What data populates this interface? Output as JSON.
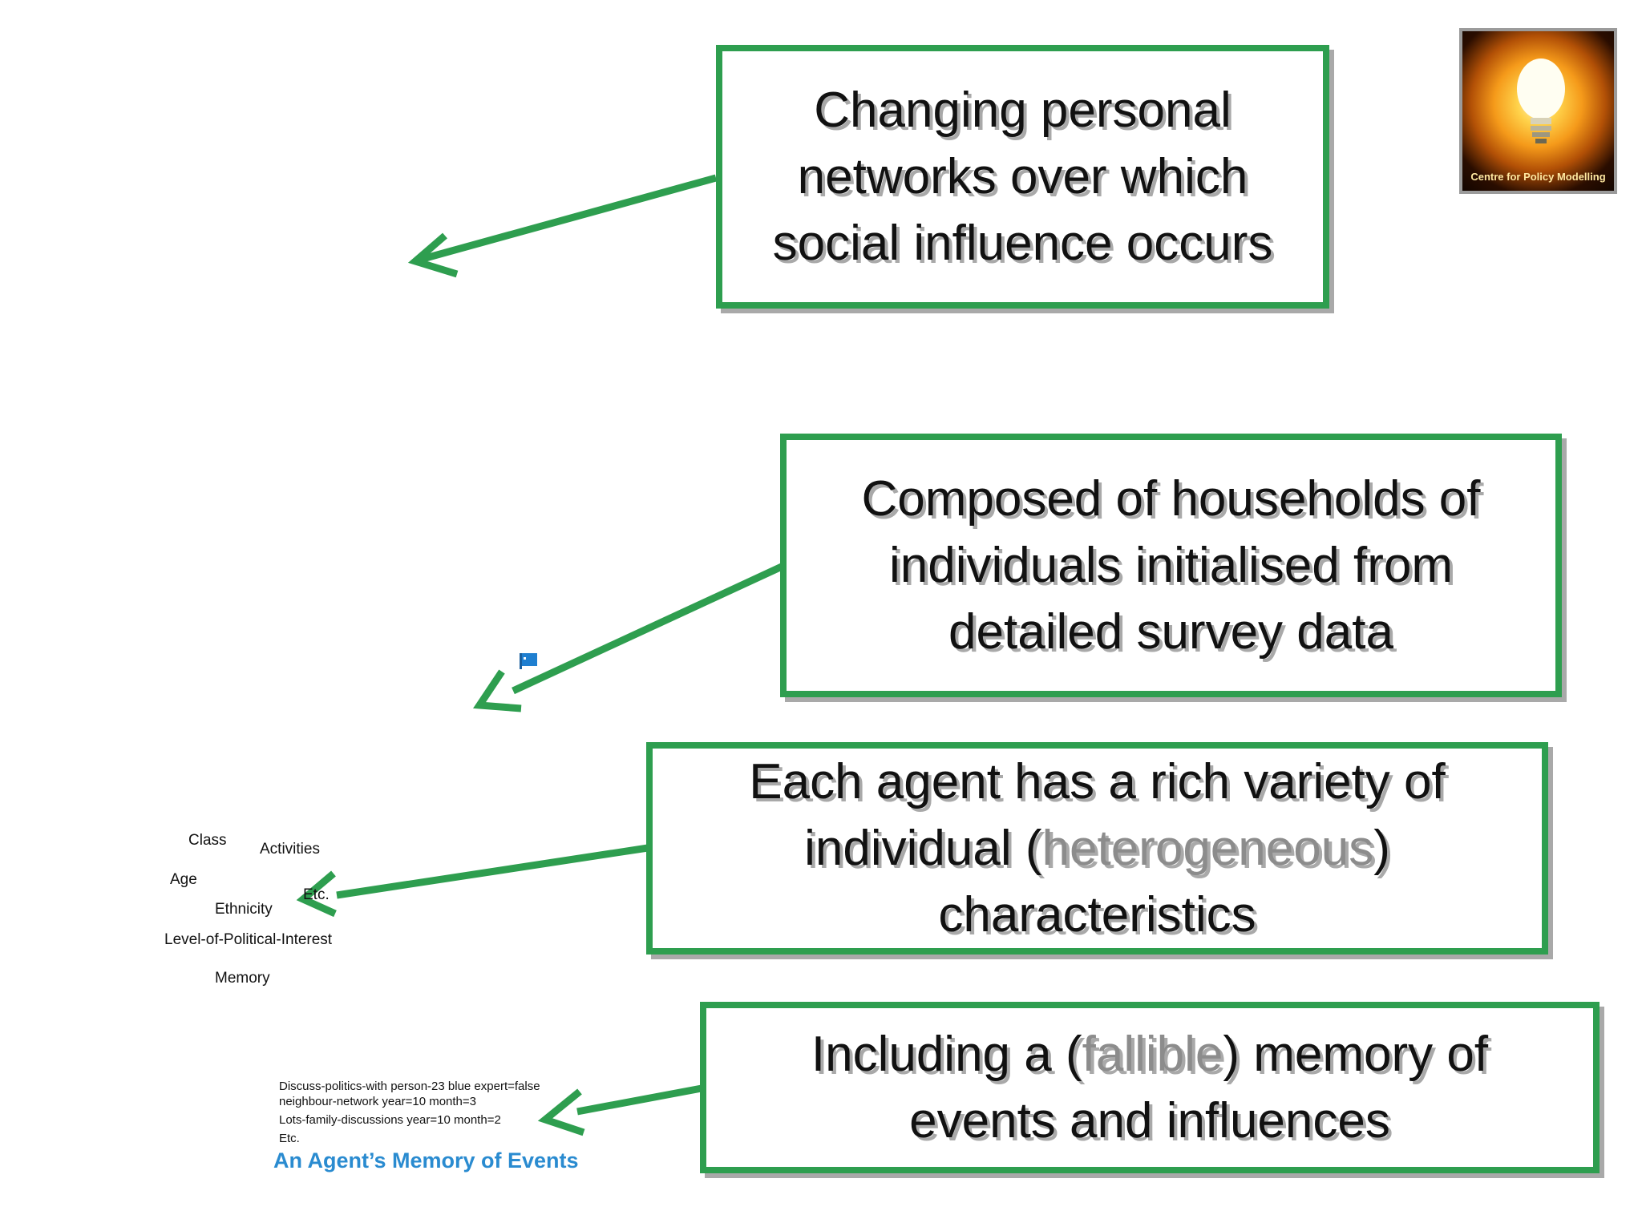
{
  "callouts": [
    {
      "lines": [
        "Changing personal",
        "networks over which",
        "social influence occurs"
      ]
    },
    {
      "lines": [
        "Composed of households of",
        "individuals initialised from",
        "detailed survey data"
      ]
    },
    {
      "lines": [
        "Each agent has a rich variety of"
      ],
      "line2_prefix": "individual (",
      "line2_em": "heterogeneous",
      "line2_suffix": ")",
      "line3": "characteristics"
    },
    {
      "line1_prefix": "Including a (",
      "line1_em": "fallible",
      "line1_suffix": ") memory of",
      "line2": "events and influences"
    }
  ],
  "agent_attributes": {
    "class": "Class",
    "activities": "Activities",
    "age": "Age",
    "etc": "Etc.",
    "ethnicity": "Ethnicity",
    "political_interest": "Level-of-Political-Interest",
    "memory": "Memory"
  },
  "memory_events": {
    "lines": [
      "Discuss-politics-with person-23 blue expert=false",
      "neighbour-network year=10 month=3",
      "Lots-family-discussions year=10 month=2",
      "Etc."
    ],
    "title": "An Agent’s Memory of Events"
  },
  "logo": {
    "text": "Centre for Policy Modelling"
  },
  "colors": {
    "border": "#2e9e4f",
    "shadow": "#a9a9a9",
    "emphasis": "#8c8c8c",
    "memory_title": "#2a8bd0"
  }
}
